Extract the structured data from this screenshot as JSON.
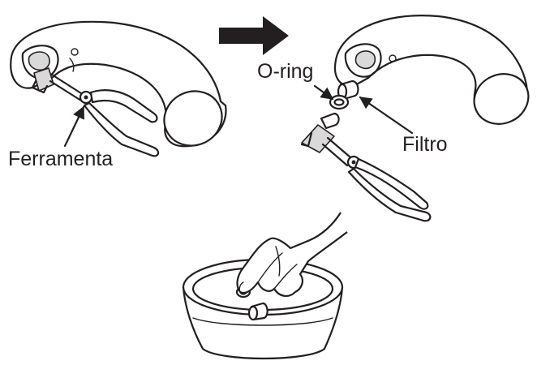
{
  "labels": {
    "tool": "Ferramenta",
    "oring": "O-ring",
    "filter": "Filtro"
  },
  "icons": {
    "step_arrow": "right-arrow-icon",
    "callout": "leader-arrow-icon"
  },
  "colors": {
    "line": "#231f20",
    "background": "#ffffff",
    "shade": "#d9d9d9"
  }
}
